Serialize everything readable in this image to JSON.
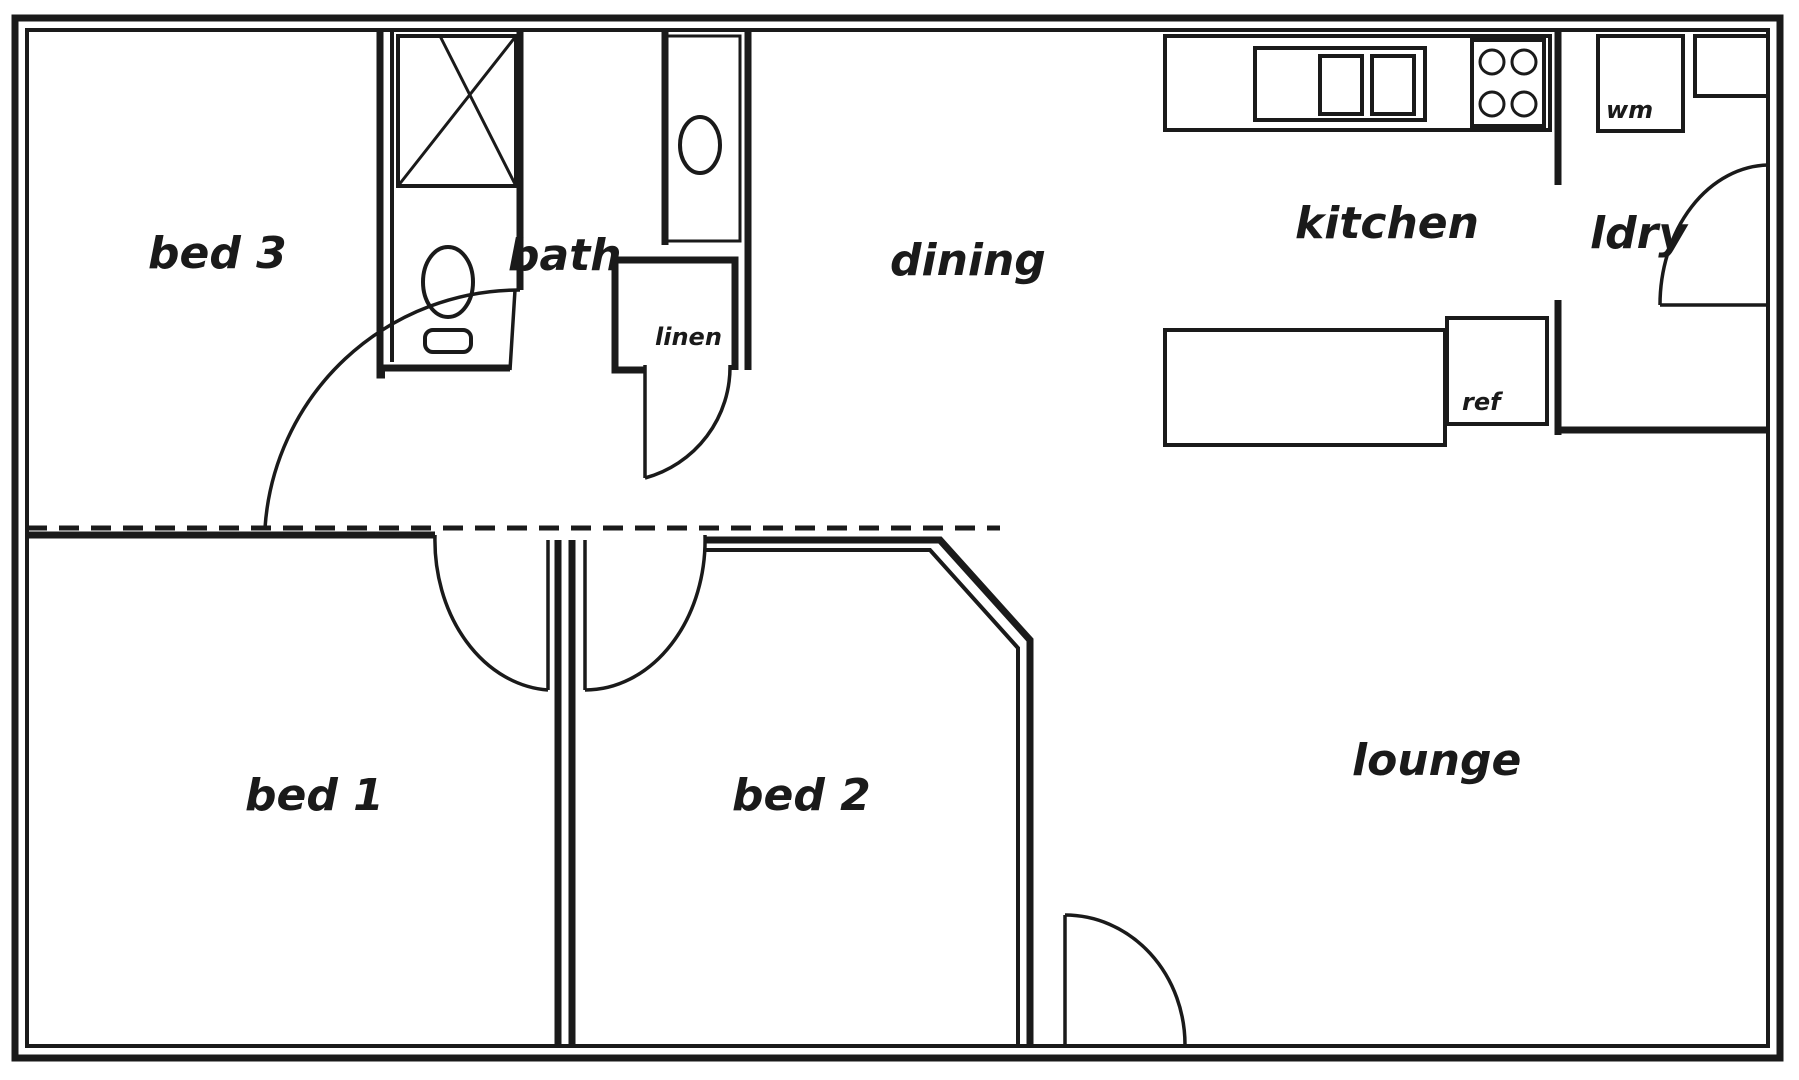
{
  "rooms": {
    "bed3": "bed 3",
    "bath": "bath",
    "linen": "linen",
    "dining": "dining",
    "kitchen": "kitchen",
    "laundry": "ldry",
    "washing_machine": "wm",
    "refrigerator": "ref",
    "bed1": "bed 1",
    "bed2": "bed 2",
    "lounge": "lounge"
  }
}
